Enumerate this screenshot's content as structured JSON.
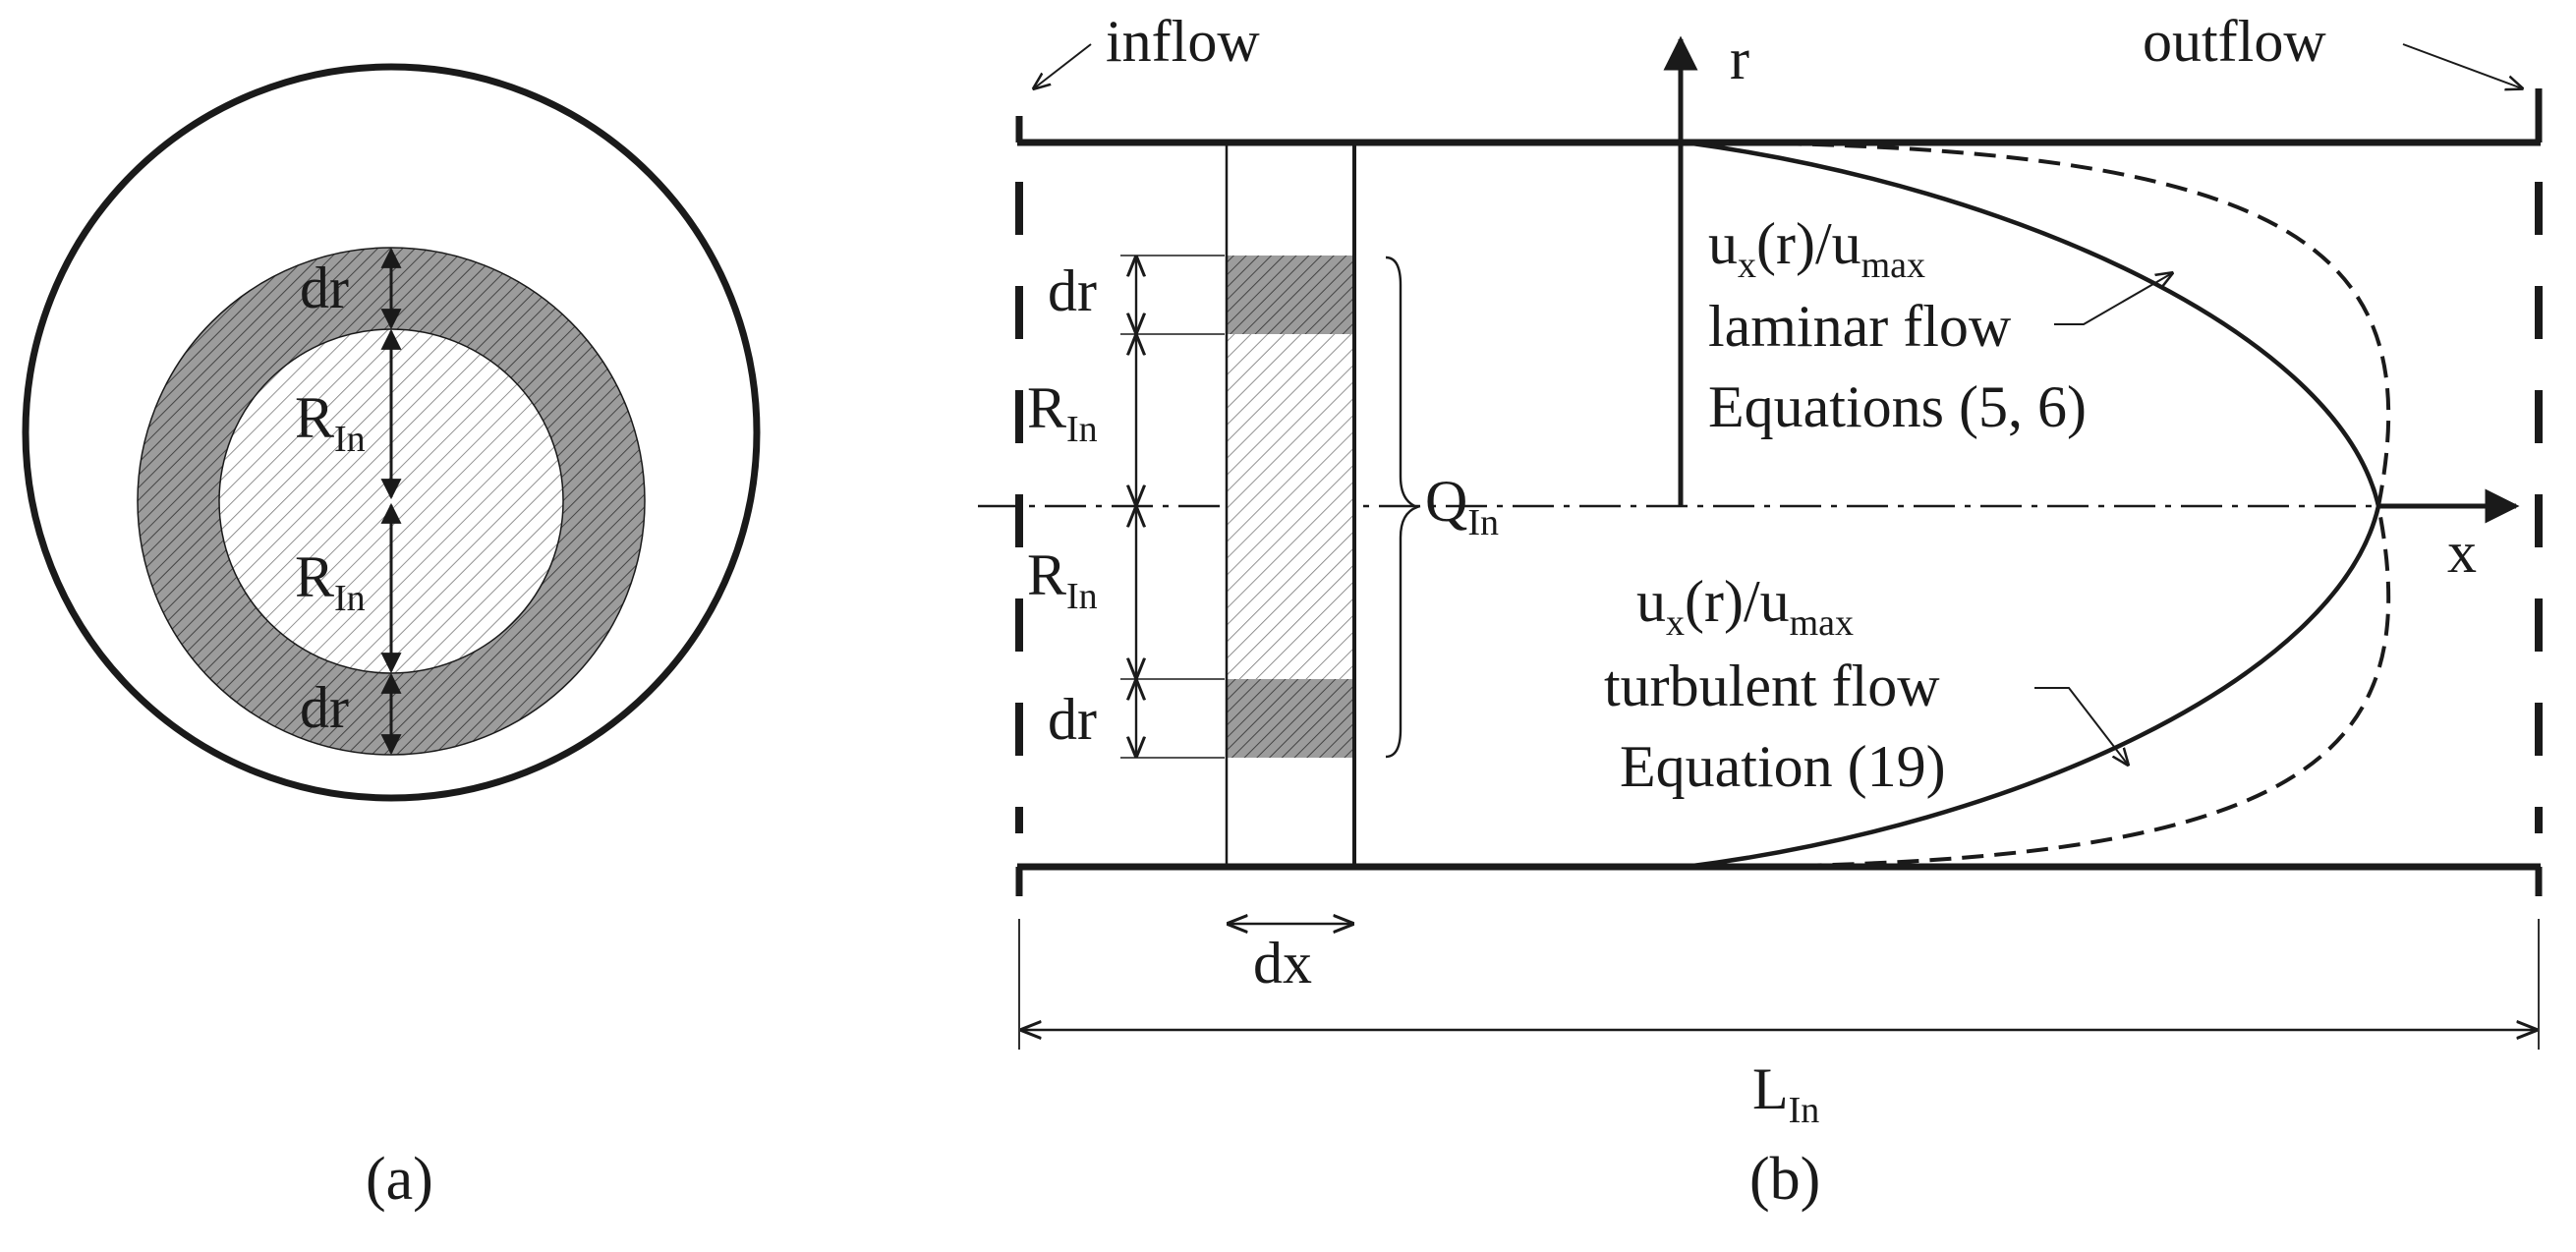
{
  "panel_a": {
    "caption": "(a)",
    "labels": {
      "dr_top": "dr",
      "r_top": "R",
      "r_top_sub": "In",
      "r_bottom": "R",
      "r_bottom_sub": "In",
      "dr_bottom": "dr"
    }
  },
  "panel_b": {
    "caption": "(b)",
    "inflow": "inflow",
    "outflow": "outflow",
    "r_axis": "r",
    "x_axis": "x",
    "dr_top": "dr",
    "r_top": "R",
    "r_top_sub": "In",
    "r_bottom": "R",
    "r_bottom_sub": "In",
    "dr_bottom": "dr",
    "q": "Q",
    "q_sub": "In",
    "dx": "dx",
    "length": "L",
    "length_sub": "In",
    "laminar": {
      "u": "u",
      "u_sub": "x",
      "mid": "(r)/u",
      "max_sub": "max",
      "line2": "laminar flow",
      "line3": "Equations (5, 6)"
    },
    "turbulent": {
      "u": "u",
      "u_sub": "x",
      "mid": "(r)/u",
      "max_sub": "max",
      "line2": "turbulent flow",
      "line3": "Equation (19)"
    }
  },
  "colors": {
    "ink": "#1a1a1a",
    "hatch_dark": "#9a9a9a",
    "hatch_light": "#ffffff"
  }
}
